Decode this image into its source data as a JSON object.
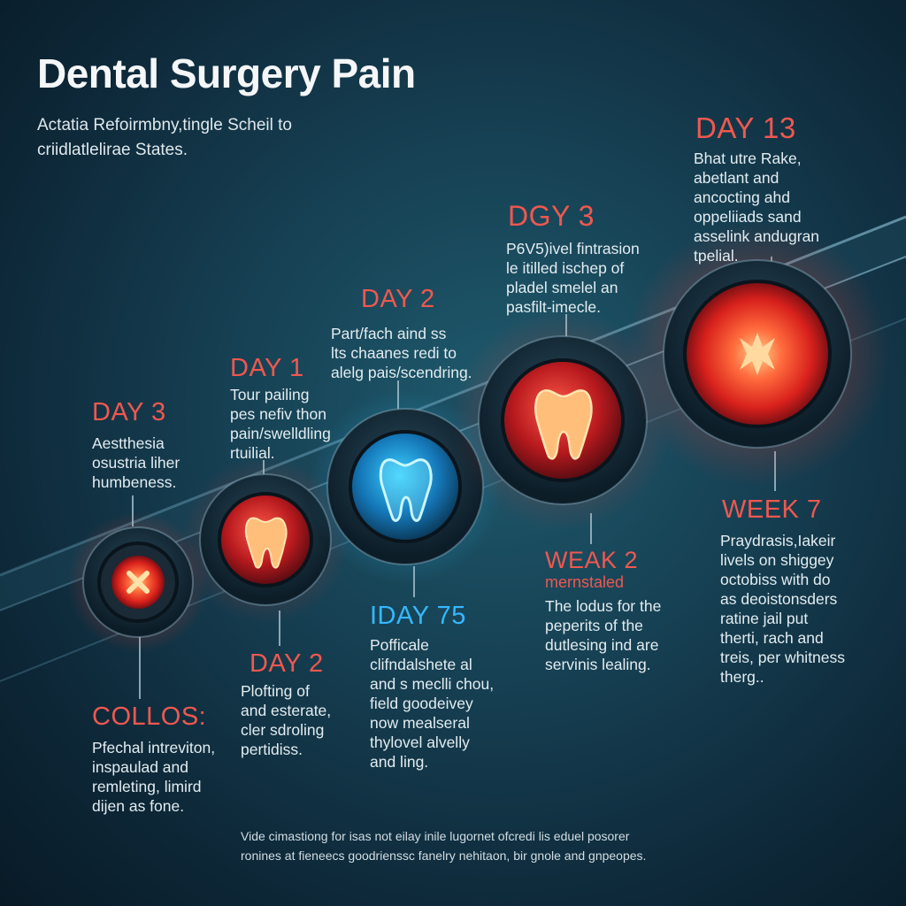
{
  "title": "Dental Surgery Pain",
  "subtitle": "Actatia Refoirmbny,tingle Scheil to\ncriidlatlelirae States.",
  "stages": [
    {
      "id": "day3-left",
      "title": "DAY 3",
      "text": "Aestthesia\nosustria liher\nhumbeness."
    },
    {
      "id": "day1",
      "title": "DAY 1",
      "text": "Tour pailing\npes nefiv thon\npain/swelldling\nrtuilial."
    },
    {
      "id": "day2-top",
      "title": "DAY 2",
      "text": "Part/fach aind ss\nlts chaanes redi to\nalelg pais/scendring."
    },
    {
      "id": "dgy3",
      "title": "DGY 3",
      "text": "P6V5)ivel fintrasion\nle itilled ischep of\npladel smelel an\npasfilt-imecle."
    },
    {
      "id": "day13",
      "title": "DAY 13",
      "text": "Bhat utre Rake,\nabetlant and\nancocting ahd\noppeliiads sand\nasselink andugran\ntpelial."
    },
    {
      "id": "collos",
      "title": "COLLOS:",
      "text": "Pfechal intreviton,\ninspaulad and\nremleting, limird\ndijen as fone."
    },
    {
      "id": "day2-bottom",
      "title": "DAY 2",
      "text": "Plofting of\nand esterate,\ncler sdroling\npertidiss."
    },
    {
      "id": "day75",
      "title": "IDAY 75",
      "text": "Pofficale\nclifndalshete al\nand s meclli chou,\nfield goodeivey\nnow mealseral\nthylovel alvelly\nand ling."
    },
    {
      "id": "weak2",
      "title": "WEAK 2",
      "subtitle": "mernstaled",
      "text": "The lodus for the\npeperits of the\ndutlesing ind are\nservinis lealing."
    },
    {
      "id": "week7",
      "title": "WEEK 7",
      "text": "Praydrasis,Iakeir\nlivels on shiggey\noctobiss with do\nas deoistonsders\nratine jail put\ntherti, rach and\ntreis, per whitness\ntherg.."
    }
  ],
  "footer": "Vide cimastiong for isas not eilay inile lugornet ofcredi lis eduel posorer\nronines at fieneecs goodrienssc fanelry nehitaon, bir gnole and gnpeopes.",
  "icons": [
    "pain-burst-icon",
    "tooth-icon",
    "tooth-icon",
    "tooth-icon",
    "pain-burst-icon"
  ],
  "colors": {
    "pain_red": "#f0584f",
    "healing_blue": "#35b8ff",
    "background": "#163f52"
  }
}
